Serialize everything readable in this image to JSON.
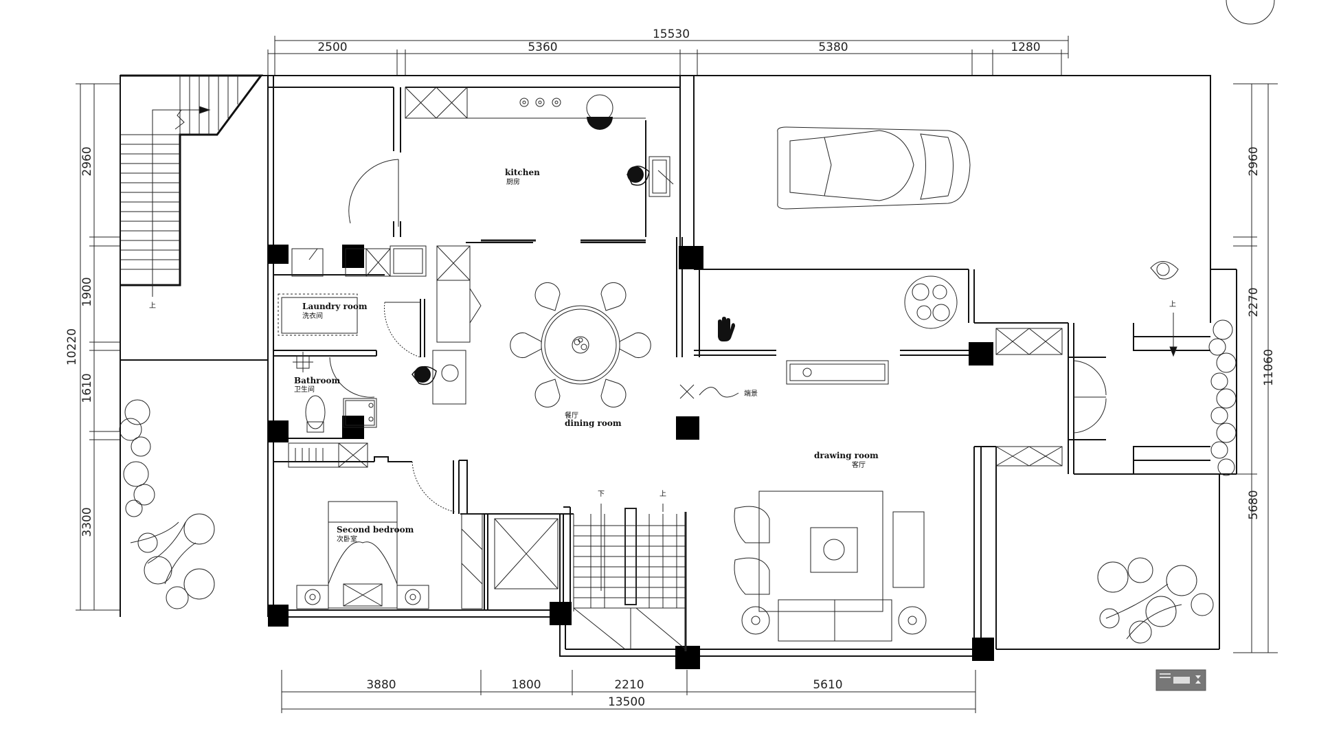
{
  "dimensions": {
    "top_total": "15530",
    "top": [
      "2500",
      "5360",
      "5380",
      "1280"
    ],
    "left_total": "10220",
    "left": [
      "2960",
      "1900",
      "1610",
      "3300"
    ],
    "right_total": "11060",
    "right": [
      "2960",
      "2270",
      "5680"
    ],
    "bottom_total": "13500",
    "bottom": [
      "3880",
      "1800",
      "2210",
      "5610"
    ]
  },
  "rooms": {
    "kitchen": {
      "en": "kitchen",
      "cn": "厨房"
    },
    "laundry": {
      "en": "Laundry room",
      "cn": "洗衣间"
    },
    "bathroom": {
      "en": "Bathroom",
      "cn": "卫生间"
    },
    "dining": {
      "en": "dining room",
      "cn": "餐厅"
    },
    "drawing": {
      "en": "drawing room",
      "cn": "客厅"
    },
    "bedroom": {
      "en": "Second bedroom",
      "cn": "次卧室"
    }
  },
  "labels": {
    "stair_up_left": "上",
    "stair_up_main": "上",
    "stair_down_main": "下",
    "stair_up_right": "上",
    "display_note": "端景"
  },
  "icons": {
    "pan_tool": "hand-icon",
    "toolbar": "keyboard-icon"
  }
}
